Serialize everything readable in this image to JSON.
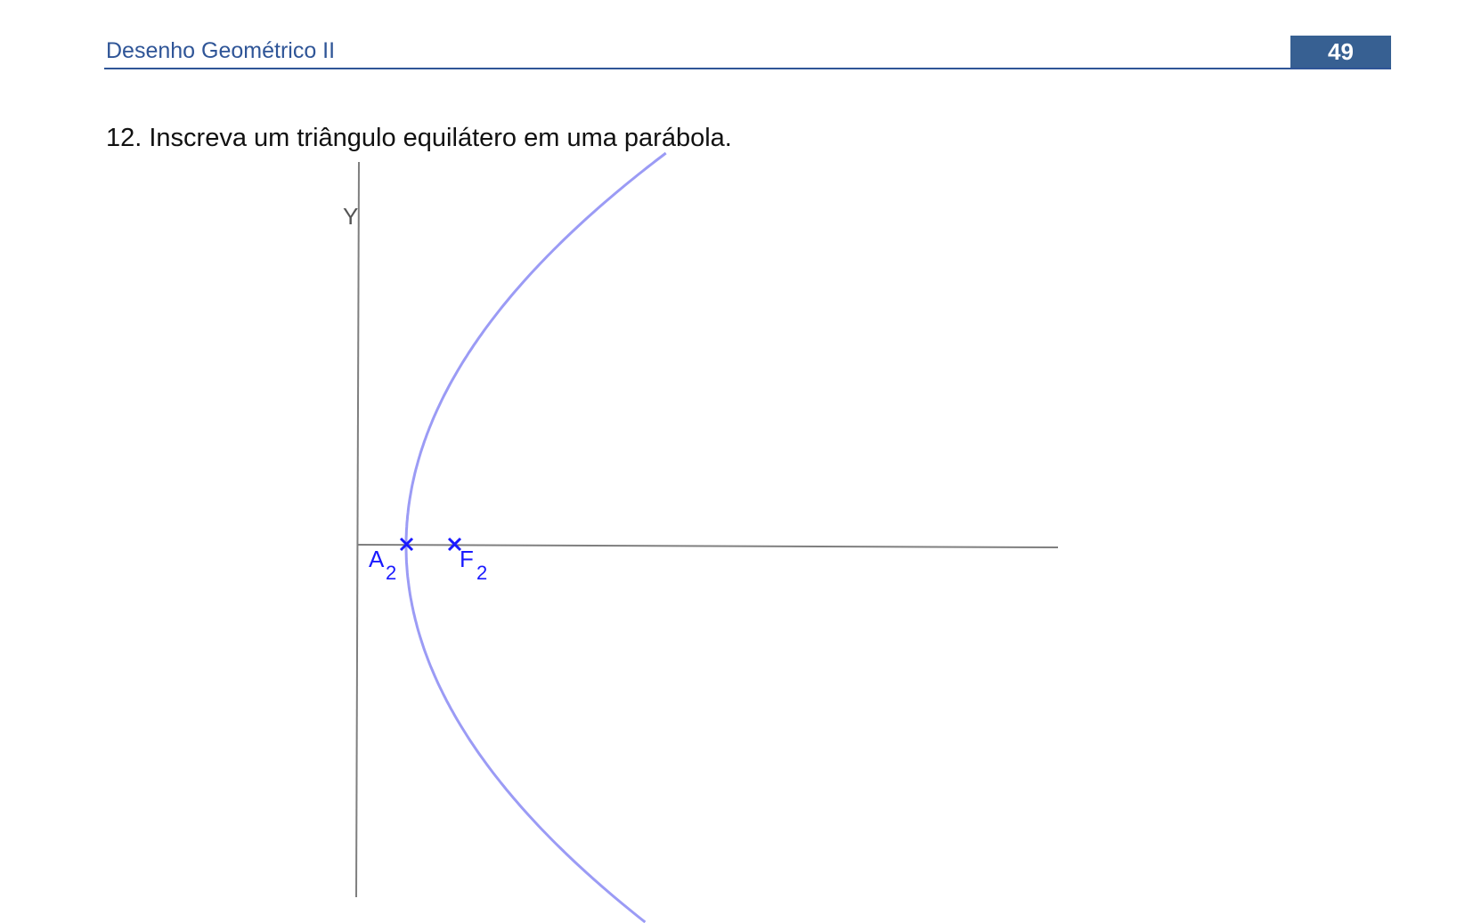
{
  "header": {
    "title": "Desenho Geométrico II",
    "page_number": "49"
  },
  "question": {
    "text": "12. Inscreva um triângulo equilátero em uma parábola."
  },
  "figure": {
    "axis_label_y": "Y",
    "vertex_label": "A",
    "vertex_subscript": "2",
    "focus_label": "F",
    "focus_subscript": "2",
    "colors": {
      "parabola": "#9b9bf5",
      "axes": "#7f7f7f",
      "points": "#1a1aff",
      "labels": "#1a1aff"
    }
  }
}
